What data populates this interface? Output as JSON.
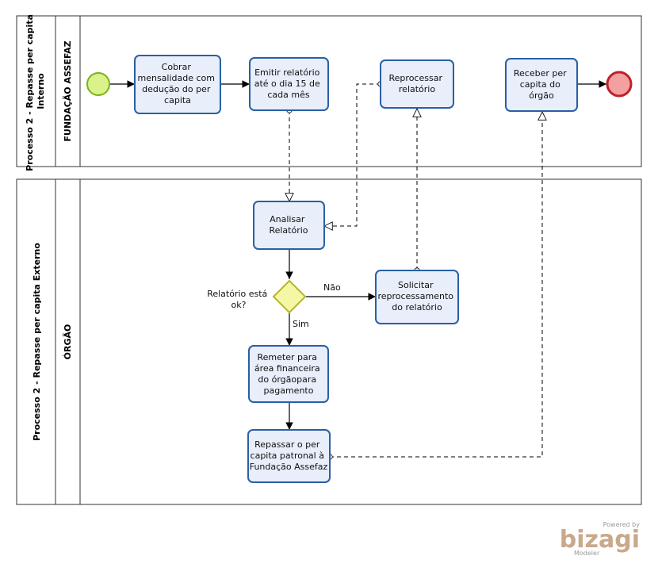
{
  "pools": [
    {
      "label_lines": [
        "Processo 2 - Repasse per capita",
        "Interno"
      ],
      "lane": "FUNDAÇÃO ASSEFAZ"
    },
    {
      "label_lines": [
        "Processo 2 - Repasse per capita Externo"
      ],
      "lane": "ÓRGÃO"
    }
  ],
  "tasks": {
    "cobrar": [
      "Cobrar",
      "mensalidade com",
      "dedução do per",
      "capita"
    ],
    "emitir": [
      "Emitir relatório",
      "até o dia 15 de",
      "cada mês"
    ],
    "reprocessar": [
      "Reprocessar",
      "relatório"
    ],
    "receber": [
      "Receber per",
      "capita do",
      "órgão"
    ],
    "analisar": [
      "Analisar",
      "Relatório"
    ],
    "solicitar": [
      "Solicitar",
      "reprocessamento",
      "do relatório"
    ],
    "remeter": [
      "Remeter para",
      "área financeira",
      "do órgãopara",
      "pagamento"
    ],
    "repassar": [
      "Repassar o per",
      "capita patronal à",
      "Fundação Assefaz"
    ]
  },
  "gateway": {
    "label_lines": [
      "Relatório está",
      "ok?"
    ],
    "yes": "Sim",
    "no": "Não"
  },
  "colors": {
    "task_fill": "#e8eefa",
    "task_stroke": "#2a5fa5",
    "start_fill": "#d9f28c",
    "start_stroke": "#7ab317",
    "end_fill": "#f2a0a0",
    "end_stroke": "#c0202a",
    "gateway_fill": "#f6f7a6",
    "gateway_stroke": "#b5b52a"
  },
  "branding": {
    "powered_by": "Powered by",
    "logo": "bizagi",
    "product": "Modeler"
  }
}
